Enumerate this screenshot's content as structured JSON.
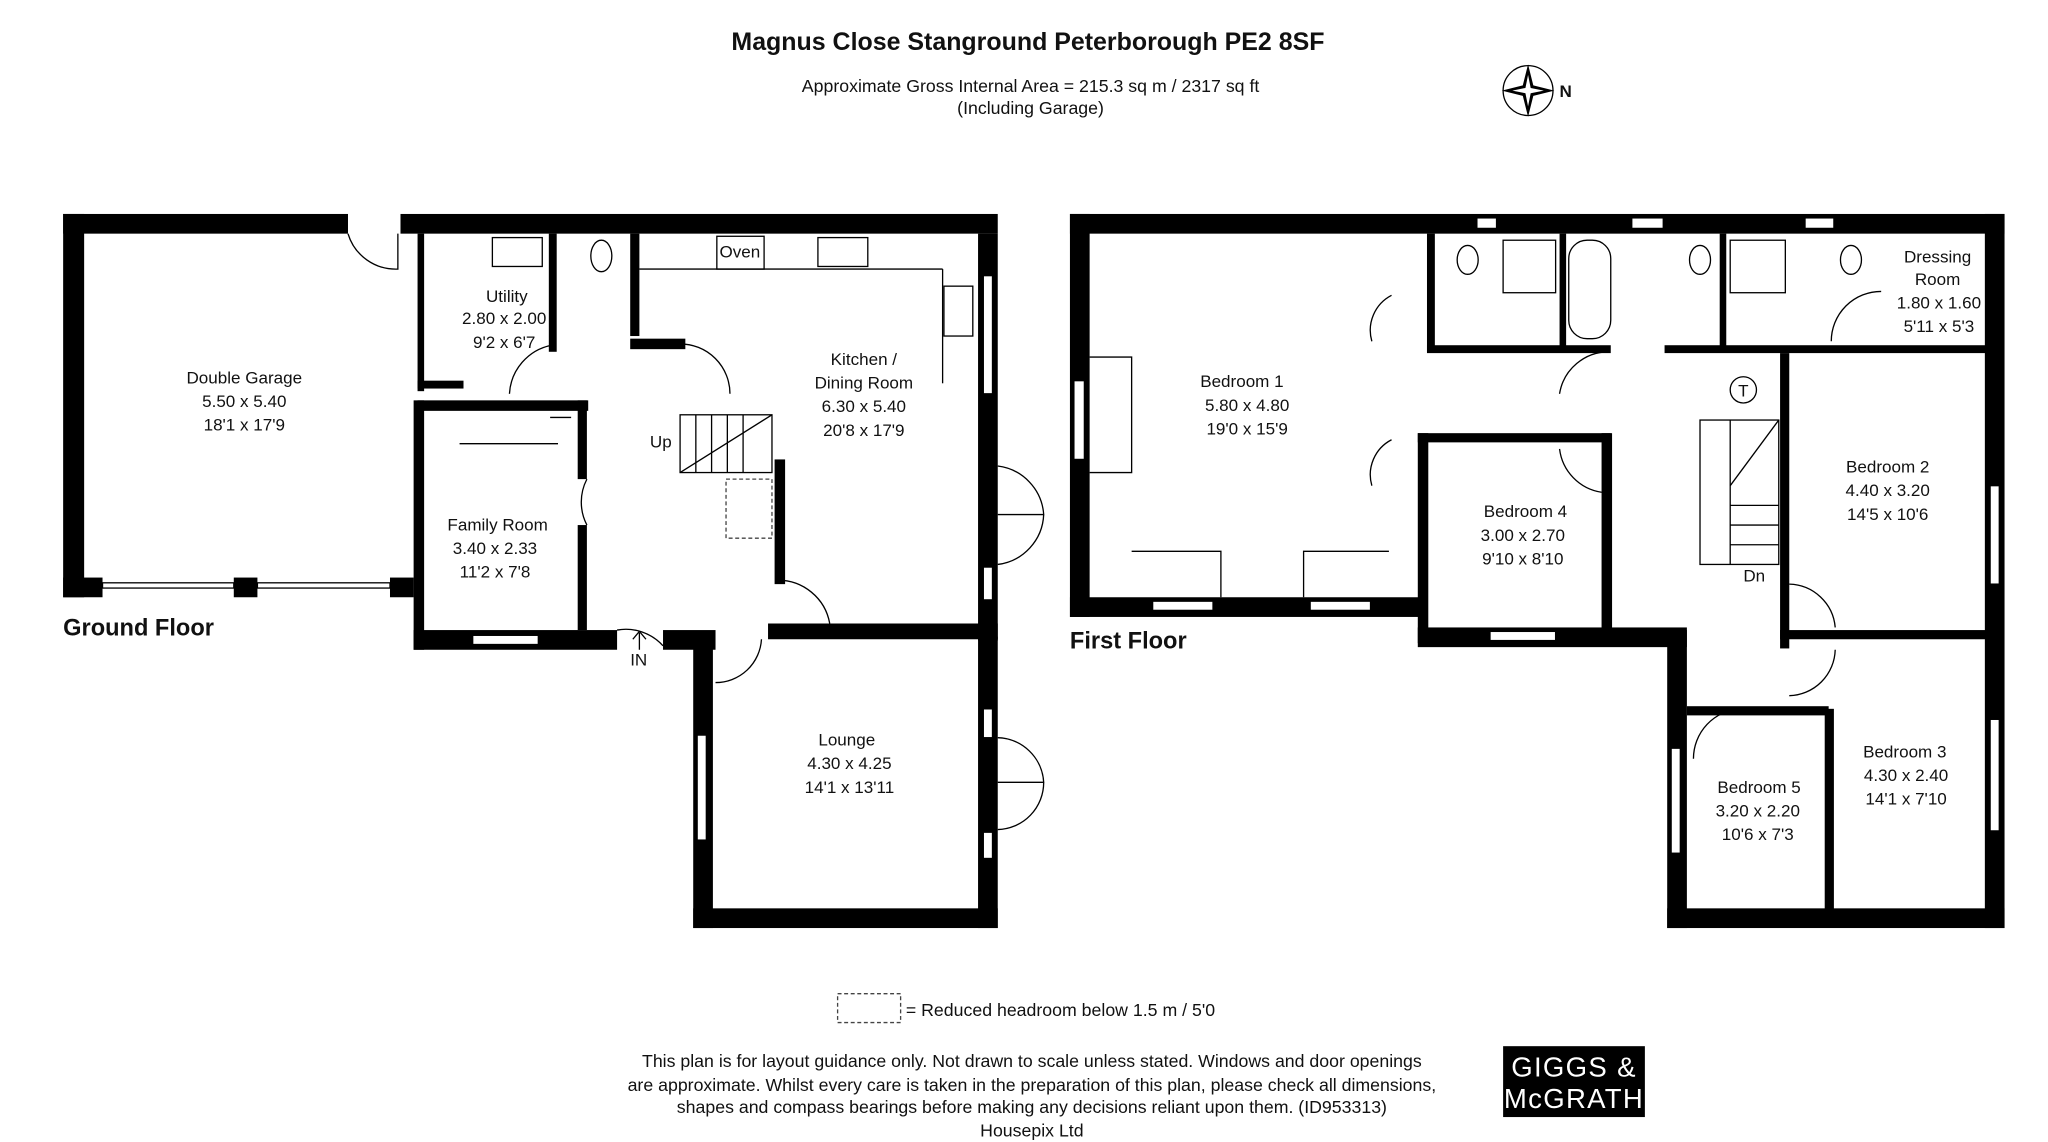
{
  "header": {
    "title": "Magnus Close Stanground Peterborough PE2 8SF",
    "area": "Approximate Gross Internal Area = 215.3 sq m / 2317 sq ft",
    "area_note": "(Including Garage)",
    "compass_label": "N",
    "compass_icon": "compass-rose-icon"
  },
  "ground_floor": {
    "label": "Ground Floor",
    "entrance": "IN",
    "stairs": "Up",
    "rooms": [
      {
        "name": "Double Garage",
        "metric": "5.50 x 5.40",
        "imperial": "18'1 x 17'9"
      },
      {
        "name": "Utility",
        "metric": "2.80 x 2.00",
        "imperial": "9'2 x 6'7"
      },
      {
        "name": "Kitchen /",
        "name2": "Dining Room",
        "metric": "6.30 x 5.40",
        "imperial": "20'8 x 17'9"
      },
      {
        "name": "Family Room",
        "metric": "3.40 x 2.33",
        "imperial": "11'2 x 7'8"
      },
      {
        "name": "Lounge",
        "metric": "4.30 x 4.25",
        "imperial": "14'1 x 13'11"
      }
    ],
    "fixtures": {
      "oven": "Oven"
    }
  },
  "first_floor": {
    "label": "First Floor",
    "stairs": "Dn",
    "tank": "T",
    "rooms": [
      {
        "name": "Bedroom 1",
        "metric": "5.80 x 4.80",
        "imperial": "19'0 x 15'9"
      },
      {
        "name": "Bedroom 4",
        "metric": "3.00 x 2.70",
        "imperial": "9'10 x 8'10"
      },
      {
        "name": "Dressing",
        "name2": "Room",
        "metric": "1.80 x 1.60",
        "imperial": "5'11 x 5'3"
      },
      {
        "name": "Bedroom 2",
        "metric": "4.40 x 3.20",
        "imperial": "14'5 x 10'6"
      },
      {
        "name": "Bedroom 5",
        "metric": "3.20 x 2.20",
        "imperial": "10'6 x 7'3"
      },
      {
        "name": "Bedroom 3",
        "metric": "4.30 x 2.40",
        "imperial": "14'1 x 7'10"
      }
    ]
  },
  "legend": {
    "reduced_headroom": "=  Reduced headroom below 1.5 m / 5'0"
  },
  "disclaimer": [
    "This plan is for layout guidance only. Not drawn to scale unless stated. Windows and door openings",
    "are approximate. Whilst every care is taken in the preparation of this plan, please check all dimensions,",
    "shapes and compass bearings before making any decisions reliant upon them. (ID953313)",
    "Housepix Ltd"
  ],
  "logo": {
    "line1": "GIGGS &",
    "line2": "McGRATH",
    "color": "#000000"
  }
}
